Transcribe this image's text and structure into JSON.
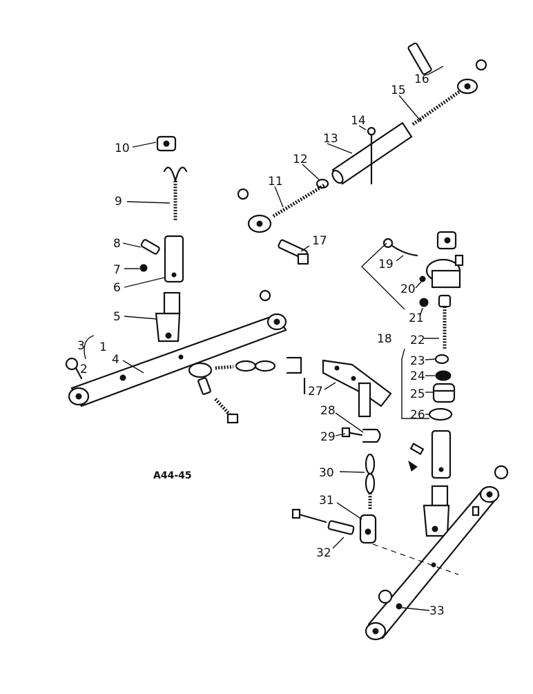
{
  "diagram": {
    "drawing_code": "A44-45",
    "part_numbers": [
      "1",
      "2",
      "3",
      "4",
      "5",
      "6",
      "7",
      "8",
      "9",
      "10",
      "11",
      "12",
      "13",
      "14",
      "15",
      "16",
      "17",
      "18",
      "19",
      "20",
      "21",
      "22",
      "23",
      "24",
      "25",
      "26",
      "27",
      "28",
      "29",
      "30",
      "31",
      "32",
      "33"
    ]
  }
}
